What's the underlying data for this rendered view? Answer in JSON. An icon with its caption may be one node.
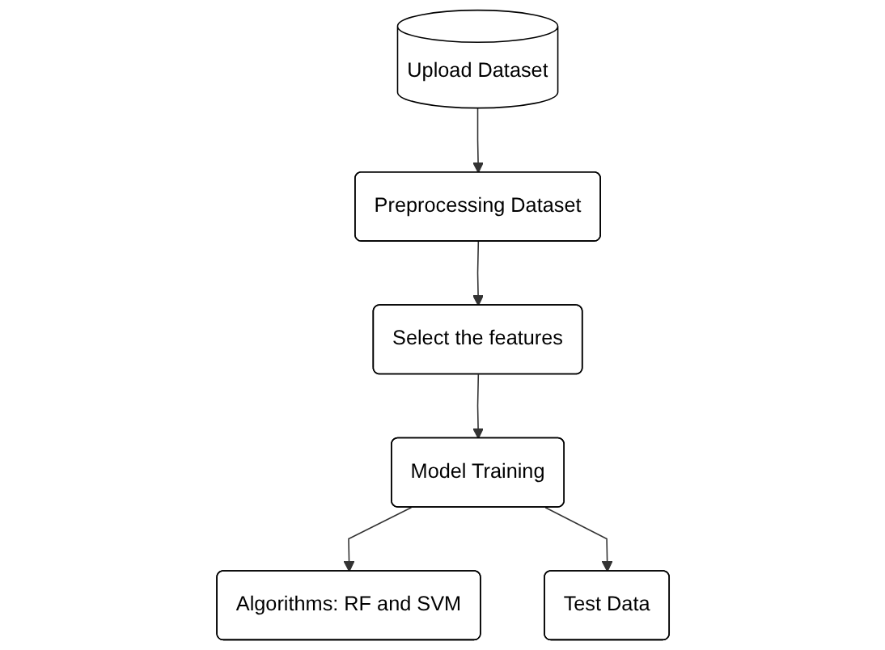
{
  "diagram": {
    "nodes": [
      {
        "text": [
          "Upload Dataset"
        ]
      },
      {
        "text": [
          "Preprocessing Dataset"
        ]
      },
      {
        "text": [
          "Select the features"
        ]
      },
      {
        "text": [
          "Model Training"
        ]
      },
      {
        "text": [
          "Algorithms: RF and SVM"
        ]
      },
      {
        "text": [
          "Test Data"
        ]
      }
    ],
    "edges": [
      {
        "from": 0,
        "to": 1,
        "arrow": "to"
      },
      {
        "from": 1,
        "to": 2,
        "arrow": "to"
      },
      {
        "from": 2,
        "to": 3,
        "arrow": "to"
      },
      {
        "from": 3,
        "to": 4,
        "arrow": "to"
      },
      {
        "from": 3,
        "to": 5,
        "arrow": "to"
      }
    ]
  }
}
